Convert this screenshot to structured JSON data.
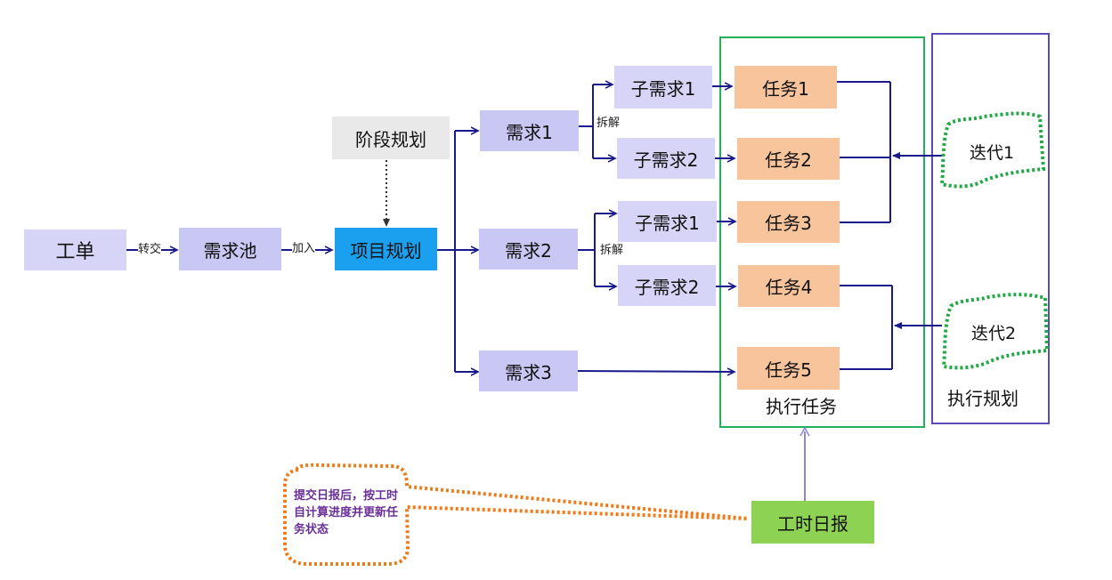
{
  "nodes": {
    "ticket": "工单",
    "req_pool": "需求池",
    "stage_plan": "阶段规划",
    "project_plan": "项目规划",
    "req1": "需求1",
    "req2": "需求2",
    "req3": "需求3",
    "sub1_1": "子需求1",
    "sub1_2": "子需求2",
    "sub2_1": "子需求1",
    "sub2_2": "子需求2",
    "task1": "任务1",
    "task2": "任务2",
    "task3": "任务3",
    "task4": "任务4",
    "task5": "任务5",
    "iter1": "迭代1",
    "iter2": "迭代2",
    "timesheet": "工时日报"
  },
  "edge_labels": {
    "transfer": "转交",
    "add": "加入",
    "split1": "拆解",
    "split2": "拆解"
  },
  "groups": {
    "exec_tasks": "执行任务",
    "exec_plan": "执行规划"
  },
  "note": "提交日报后，按工时自计算进度并更新任务状态",
  "colors": {
    "edge": "#1a1a8c",
    "lavender": "#c9c7f4",
    "orange": "#f8c49c",
    "project_blue": "#1aa0ee",
    "timesheet_green": "#8ed253",
    "exec_tasks_border": "#22b05a",
    "exec_plan_border": "#5b4bb7",
    "iteration_dotted": "#22a846",
    "note_dotted": "#ee7a1a",
    "note_text": "#6b2f98"
  }
}
